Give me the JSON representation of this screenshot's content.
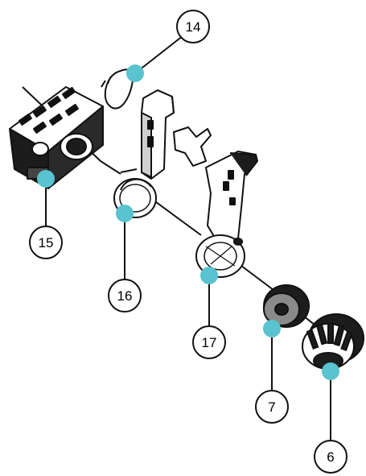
{
  "diagram": {
    "colors": {
      "line": "#111111",
      "part_fill": "#ffffff",
      "part_dark": "#1c1c1c",
      "part_mid": "#8a8a8a",
      "marker": "#59c3cf"
    },
    "callouts": [
      {
        "id": "c14",
        "label": "14"
      },
      {
        "id": "c15",
        "label": "15"
      },
      {
        "id": "c16",
        "label": "16"
      },
      {
        "id": "c17",
        "label": "17"
      },
      {
        "id": "c7",
        "label": "7"
      },
      {
        "id": "c6",
        "label": "6"
      }
    ],
    "parts": [
      {
        "id": "p14",
        "icon": "wire-clip-icon"
      },
      {
        "id": "p15",
        "icon": "connector-housing-icon"
      },
      {
        "id": "p16",
        "icon": "ring-bracket-icon"
      },
      {
        "id": "p17",
        "icon": "slotted-plate-icon"
      },
      {
        "id": "p7",
        "icon": "washer-icon"
      },
      {
        "id": "p6",
        "icon": "knurled-knob-icon"
      }
    ]
  }
}
